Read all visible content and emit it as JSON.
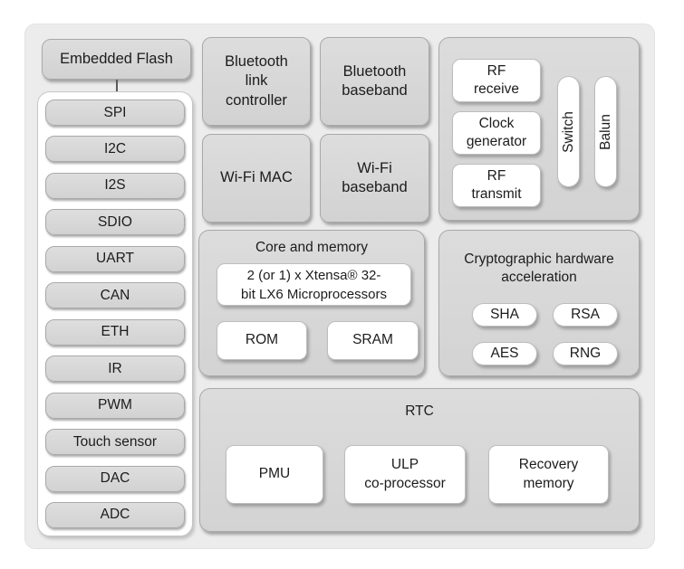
{
  "peripherals": {
    "embedded_flash": "Embedded Flash",
    "items": [
      "SPI",
      "I2C",
      "I2S",
      "SDIO",
      "UART",
      "CAN",
      "ETH",
      "IR",
      "PWM",
      "Touch sensor",
      "DAC",
      "ADC"
    ]
  },
  "wireless": {
    "bt_link_controller": "Bluetooth\nlink\ncontroller",
    "bt_baseband": "Bluetooth\nbaseband",
    "wifi_mac": "Wi-Fi MAC",
    "wifi_baseband": "Wi-Fi\nbaseband"
  },
  "rf": {
    "receive": "RF\nreceive",
    "clock_generator": "Clock\ngenerator",
    "transmit": "RF\ntransmit",
    "switch": "Switch",
    "balun": "Balun"
  },
  "core": {
    "title": "Core and memory",
    "cpu": "2 (or 1) x Xtensa® 32-\nbit LX6 Microprocessors",
    "rom": "ROM",
    "sram": "SRAM"
  },
  "crypto": {
    "title": "Cryptographic hardware\nacceleration",
    "items": [
      "SHA",
      "RSA",
      "AES",
      "RNG"
    ]
  },
  "rtc": {
    "title": "RTC",
    "pmu": "PMU",
    "ulp": "ULP\nco-processor",
    "recovery": "Recovery\nmemory"
  },
  "colors": {
    "chip_background": "#ececec",
    "block_gray": "#d6d6d6",
    "block_white": "#ffffff",
    "block_border": "#a9a9a9",
    "text": "#1c1c1c"
  }
}
